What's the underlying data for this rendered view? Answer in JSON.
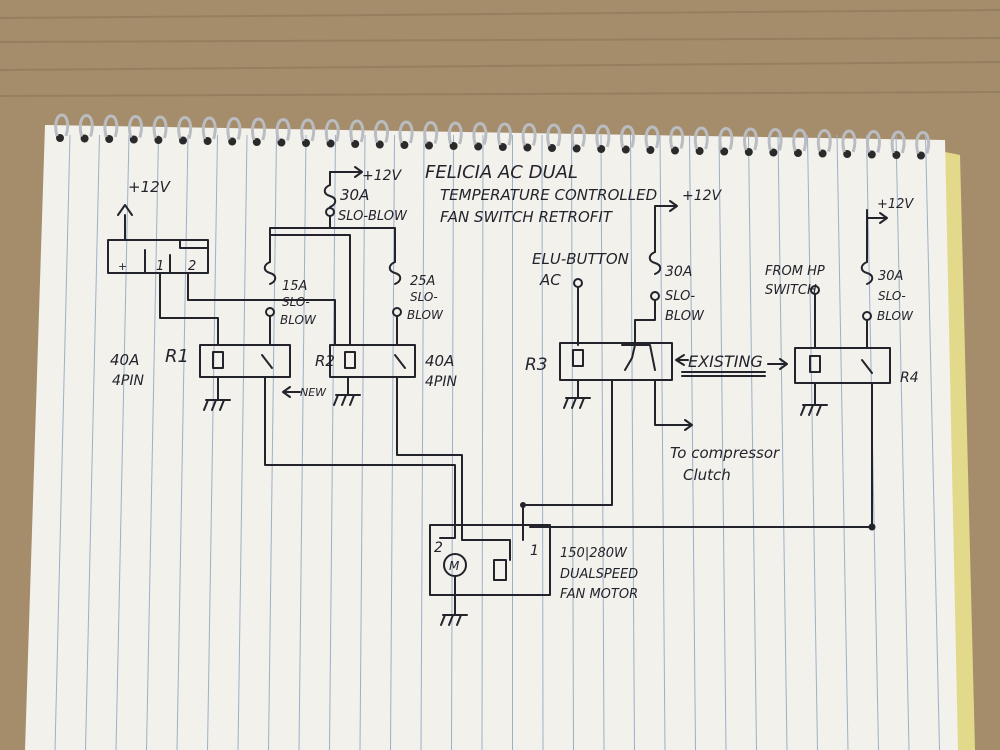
{
  "title": {
    "line1": "FELICIA AC DUAL",
    "line2": "TEMPERATURE CONTROLLED",
    "line3": "FAN SWITCH RETROFIT"
  },
  "labels": {
    "plus12v_main": "+12V",
    "plus12v_top": "+12V",
    "fuse_main_rating": "30A",
    "fuse_main_type": "SLO-BLOW",
    "switch_pin_plus": "+",
    "switch_pin_1": "1",
    "switch_pin_2": "2",
    "fuse_r1_rating": "15A",
    "fuse_r1_type_a": "SLO-",
    "fuse_r1_type_b": "BLOW",
    "fuse_r2_rating": "25A",
    "fuse_r2_type_a": "SLO-",
    "fuse_r2_type_b": "BLOW",
    "r1_rating": "40A",
    "r1_pins": "4PIN",
    "r1_name": "R1",
    "r2_name": "R2",
    "r2_rating": "40A",
    "r2_pins": "4PIN",
    "new_label": "NEW",
    "elu_button": "ELU-BUTTON",
    "ac": "AC",
    "plus12v_r3": "+12V",
    "fuse_r3_rating": "30A",
    "fuse_r3_type_a": "SLO-",
    "fuse_r3_type_b": "BLOW",
    "r3_name": "R3",
    "existing": "EXISTING",
    "from_hp": "FROM HP",
    "switch_word": "SWITCH",
    "plus12v_r4": "+12V",
    "fuse_r4_rating": "30A",
    "fuse_r4_type_a": "SLO-",
    "fuse_r4_type_b": "BLOW",
    "r4_name": "R4",
    "to_compressor": "To compressor",
    "clutch": "Clutch",
    "motor_pin_2": "2",
    "motor_pin_1": "1",
    "motor_symbol": "M",
    "motor_power": "150|280W",
    "motor_type": "DUALSPEED",
    "motor_name": "FAN MOTOR"
  }
}
